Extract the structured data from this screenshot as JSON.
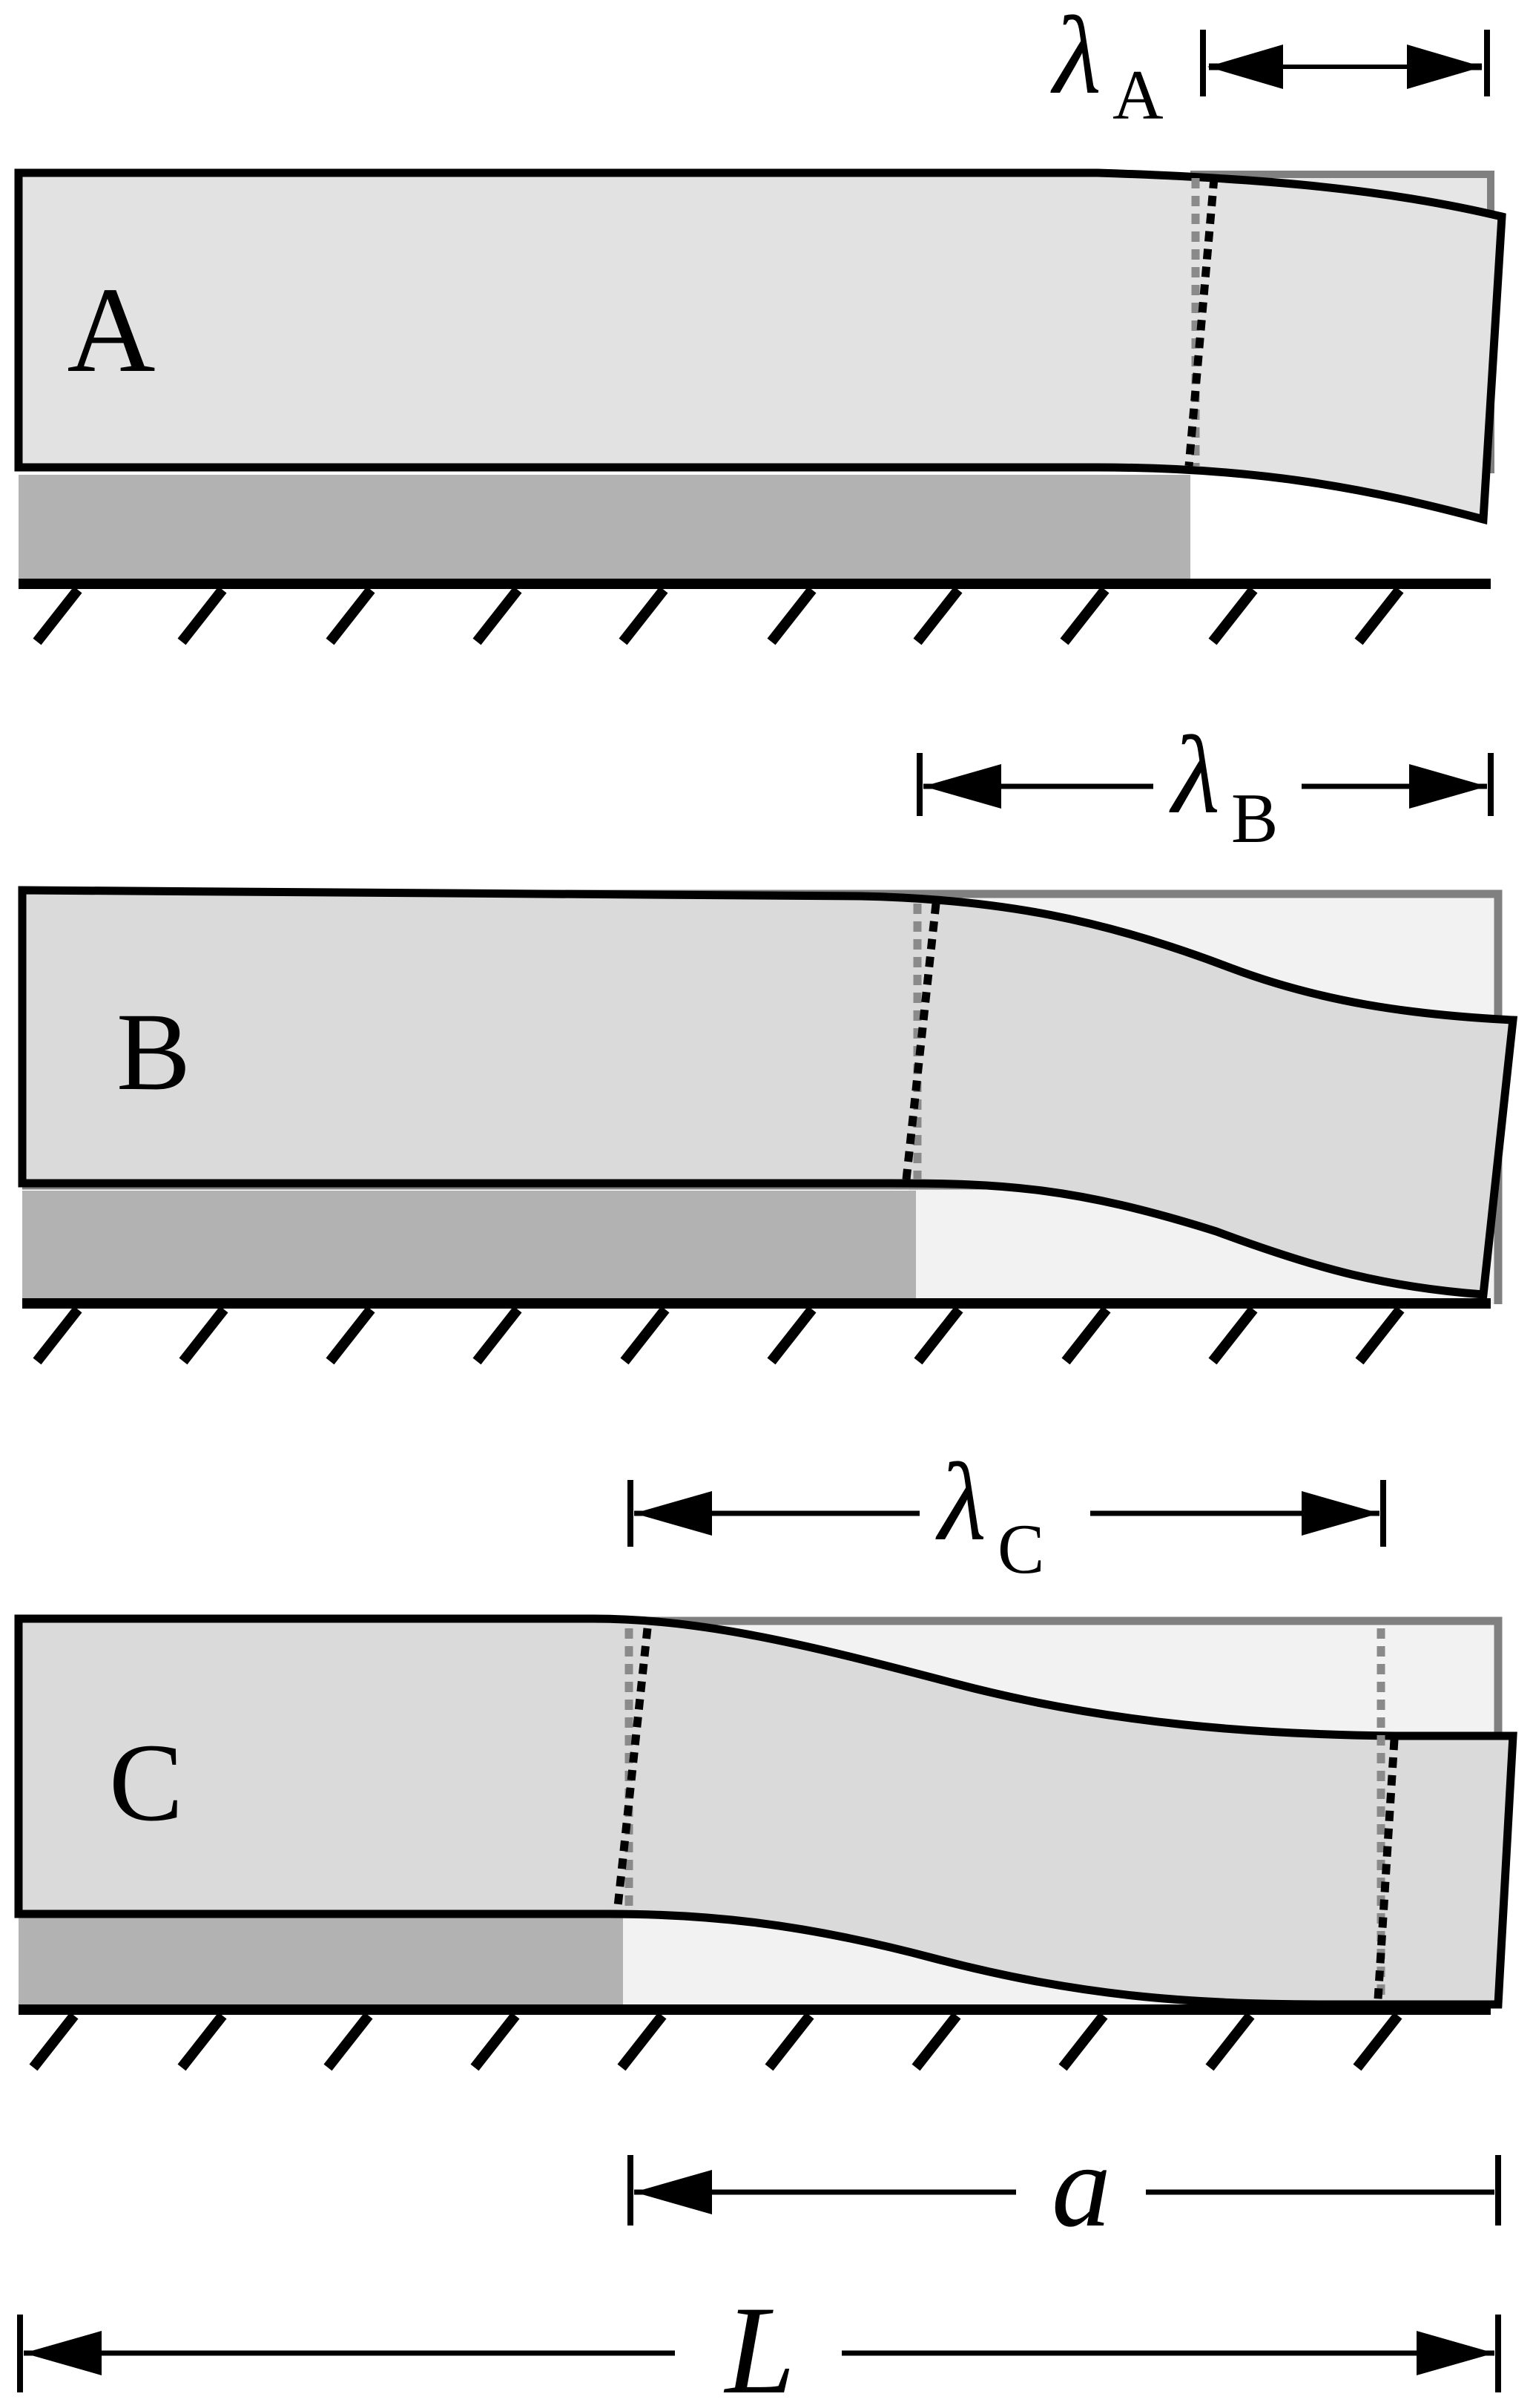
{
  "panels": [
    {
      "id": "A",
      "label": "A",
      "dimension": {
        "symbol": "λ",
        "subscript": "A"
      }
    },
    {
      "id": "B",
      "label": "B",
      "dimension": {
        "symbol": "λ",
        "subscript": "B"
      }
    },
    {
      "id": "C",
      "label": "C",
      "dimension": {
        "symbol": "λ",
        "subscript": "C"
      }
    }
  ],
  "bottom_dimensions": {
    "a": {
      "symbol": "a"
    },
    "L": {
      "symbol": "L"
    }
  },
  "colors": {
    "stroke": "#000000",
    "original_outline": "#808080",
    "deformed_fill": "#dadada",
    "beam_fill_A": "#e2e2e2",
    "ghost_fill": "#f2f2f2",
    "bonded_layer": "#b2b2b2",
    "background": "#ffffff"
  }
}
